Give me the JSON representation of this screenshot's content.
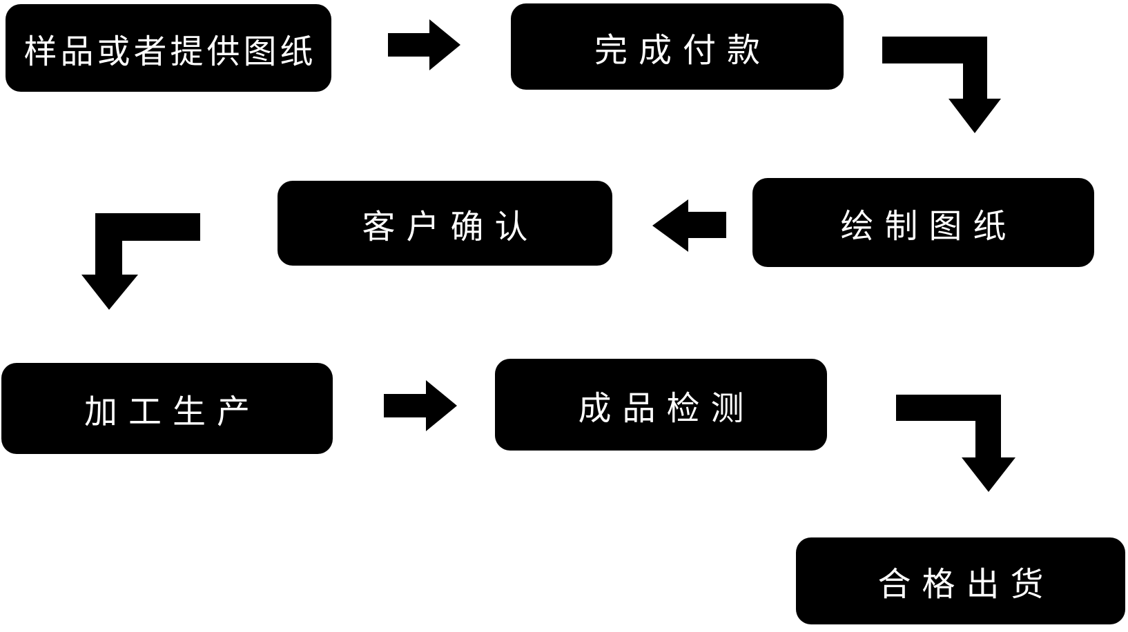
{
  "flow": {
    "colors": {
      "box_fill": "#000000",
      "box_text": "#ffffff",
      "background": "#ffffff",
      "connector": "#000000"
    },
    "steps": [
      {
        "label": "样品或者提供图纸"
      },
      {
        "label": "完成付款"
      },
      {
        "label": "绘制图纸"
      },
      {
        "label": "客户确认"
      },
      {
        "label": "加工生产"
      },
      {
        "label": "成品检测"
      },
      {
        "label": "合格出货"
      }
    ],
    "connectors": [
      {
        "name": "arrow-right-icon",
        "from": "样品或者提供图纸",
        "to": "完成付款"
      },
      {
        "name": "arrow-elbow-down-icon",
        "from": "完成付款",
        "to": "绘制图纸"
      },
      {
        "name": "arrow-left-icon",
        "from": "绘制图纸",
        "to": "客户确认"
      },
      {
        "name": "arrow-elbow-down-icon",
        "from": "客户确认",
        "to": "加工生产"
      },
      {
        "name": "arrow-right-icon",
        "from": "加工生产",
        "to": "成品检测"
      },
      {
        "name": "arrow-elbow-down-icon",
        "from": "成品检测",
        "to": "合格出货"
      }
    ]
  }
}
